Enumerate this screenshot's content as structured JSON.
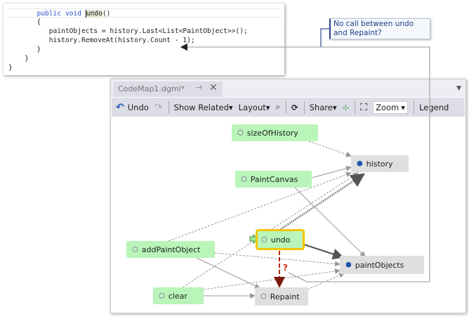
{
  "code": {
    "lines": [
      {
        "indent": "       ",
        "kw": "public void ",
        "name": "undo",
        "rest": "()"
      },
      {
        "text": "       {"
      },
      {
        "text": "          paintObjects = history.Last<List<PaintObject>>();"
      },
      {
        "text": "          history.RemoveAt(history.Count - 1);"
      },
      {
        "text": "       }"
      },
      {
        "text": "    }"
      },
      {
        "text": "}"
      }
    ]
  },
  "callout": {
    "text": "No call between undo and Repaint?"
  },
  "window": {
    "tab": "CodeMap1.dgml*",
    "pin": "⊣",
    "close": "✕",
    "overflow": "▼"
  },
  "toolbar": {
    "undo": "Undo",
    "show_related": "Show Related",
    "layout": "Layout",
    "share": "Share",
    "zoom": "Zoom",
    "legend": "Legend",
    "caret": "▾"
  },
  "nodes": {
    "sizeOfHistory": "sizeOfHistory",
    "history": "history",
    "PaintCanvas": "PaintCanvas",
    "addPaintObject": "addPaintObject",
    "undo": "undo",
    "paintObjects": "paintObjects",
    "clear": "clear",
    "Repaint": "Repaint"
  },
  "question": "?",
  "colors": {
    "method_node": "#b9f5b9",
    "field_node": "#dfdfdf",
    "selected_border": "#f5c400",
    "missing_call": "#c0230a"
  }
}
